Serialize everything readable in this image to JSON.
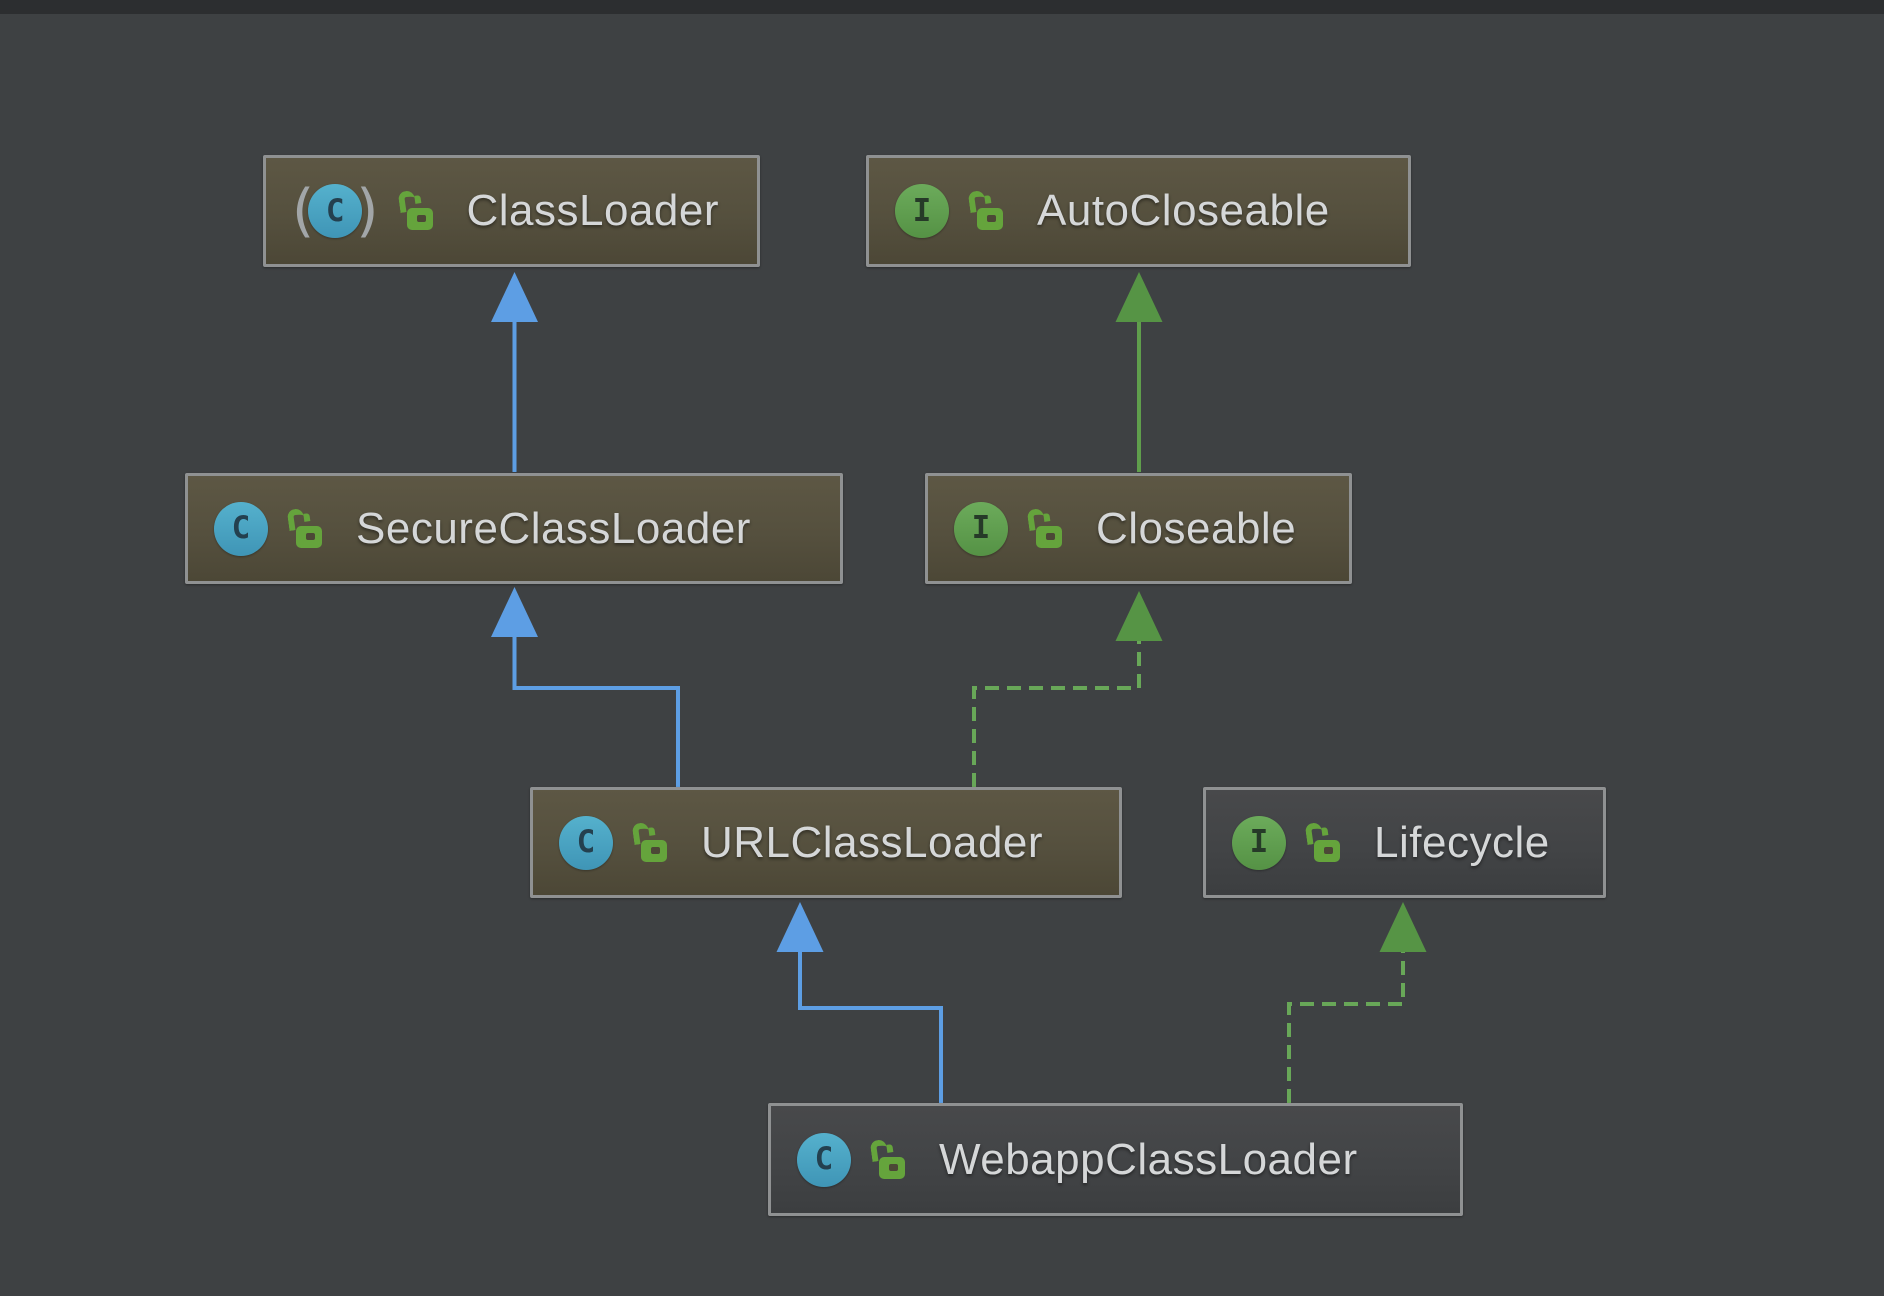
{
  "diagram": {
    "tool": "uml-class-diagram",
    "nodes": {
      "classloader": {
        "label": "ClassLoader",
        "kind": "abstract class",
        "icon_letter": "C",
        "visibility": "public"
      },
      "autocloseable": {
        "label": "AutoCloseable",
        "kind": "interface",
        "icon_letter": "I",
        "visibility": "public"
      },
      "secureclassloader": {
        "label": "SecureClassLoader",
        "kind": "class",
        "icon_letter": "C",
        "visibility": "public"
      },
      "closeable": {
        "label": "Closeable",
        "kind": "interface",
        "icon_letter": "I",
        "visibility": "public"
      },
      "urlclassloader": {
        "label": "URLClassLoader",
        "kind": "class",
        "icon_letter": "C",
        "visibility": "public"
      },
      "lifecycle": {
        "label": "Lifecycle",
        "kind": "interface",
        "icon_letter": "I",
        "visibility": "public"
      },
      "webappclassloader": {
        "label": "WebappClassLoader",
        "kind": "class",
        "icon_letter": "C",
        "visibility": "public"
      }
    },
    "edges": [
      {
        "from": "SecureClassLoader",
        "to": "ClassLoader",
        "relation": "extends",
        "style": "solid-blue"
      },
      {
        "from": "Closeable",
        "to": "AutoCloseable",
        "relation": "extends",
        "style": "solid-green"
      },
      {
        "from": "URLClassLoader",
        "to": "SecureClassLoader",
        "relation": "extends",
        "style": "solid-blue"
      },
      {
        "from": "URLClassLoader",
        "to": "Closeable",
        "relation": "implements",
        "style": "dashed-green"
      },
      {
        "from": "WebappClassLoader",
        "to": "URLClassLoader",
        "relation": "extends",
        "style": "solid-blue"
      },
      {
        "from": "WebappClassLoader",
        "to": "Lifecycle",
        "relation": "implements",
        "style": "dashed-green"
      }
    ],
    "colors": {
      "background": "#3e4143",
      "top_strip": "#2c2e30",
      "node_fill_olive": "#55503e",
      "node_fill_gray": "#424446",
      "node_border": "#8f9192",
      "label_text": "#d5d7d8",
      "extends_blue": "#5d9ee4",
      "interface_green": "#5f9e4c",
      "class_icon_teal": "#46a0c0",
      "interface_icon_green": "#61a050",
      "lock_green": "#65a43c"
    }
  }
}
